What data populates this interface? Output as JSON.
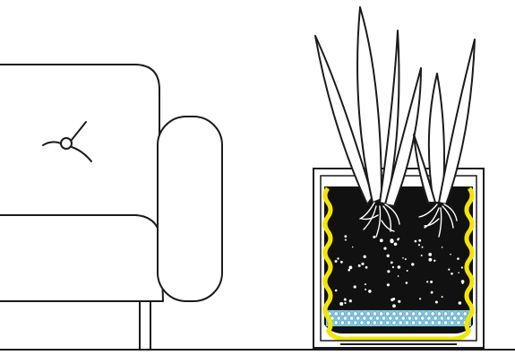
{
  "illustration": {
    "style": "line-art",
    "colors": {
      "line": "#1a1a1a",
      "background": "#ffffff",
      "soil": "#111111",
      "wick_liner": "#f2e600",
      "pebble_layer": "#7ec8e3",
      "roots": "#ffffff"
    },
    "elements": [
      {
        "name": "armchair",
        "icon": "armchair-icon"
      },
      {
        "name": "cushion-flower",
        "icon": "flower-icon"
      },
      {
        "name": "planter-box",
        "icon": "planter-icon"
      },
      {
        "name": "plant-leaves",
        "icon": "leaf-icon"
      },
      {
        "name": "floor",
        "icon": "floor-line"
      }
    ]
  }
}
